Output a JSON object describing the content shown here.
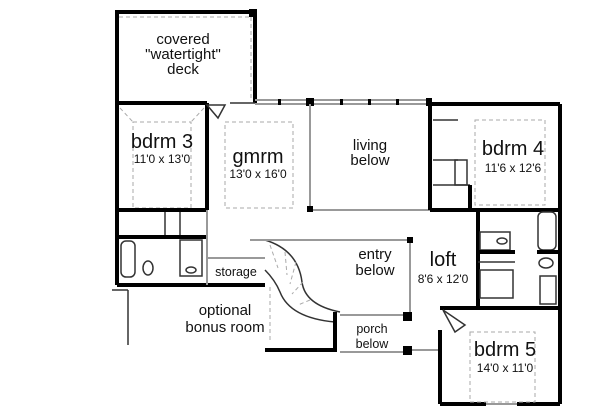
{
  "rooms": {
    "deck": {
      "line1": "covered",
      "line2": "\"watertight\"",
      "line3": "deck"
    },
    "bdrm3": {
      "name": "bdrm 3",
      "size": "11'0 x 13'0"
    },
    "gmrm": {
      "name": "gmrm",
      "size": "13'0 x 16'0"
    },
    "living": {
      "line1": "living",
      "line2": "below"
    },
    "bdrm4": {
      "name": "bdrm 4",
      "size": "11'6 x 12'6"
    },
    "entry": {
      "line1": "entry",
      "line2": "below"
    },
    "loft": {
      "name": "loft",
      "size": "8'6 x 12'0"
    },
    "storage": {
      "name": "storage"
    },
    "bonus": {
      "line1": "optional",
      "line2": "bonus room"
    },
    "porch": {
      "line1": "porch",
      "line2": "below"
    },
    "bdrm5": {
      "name": "bdrm 5",
      "size": "14'0 x 11'0"
    }
  }
}
